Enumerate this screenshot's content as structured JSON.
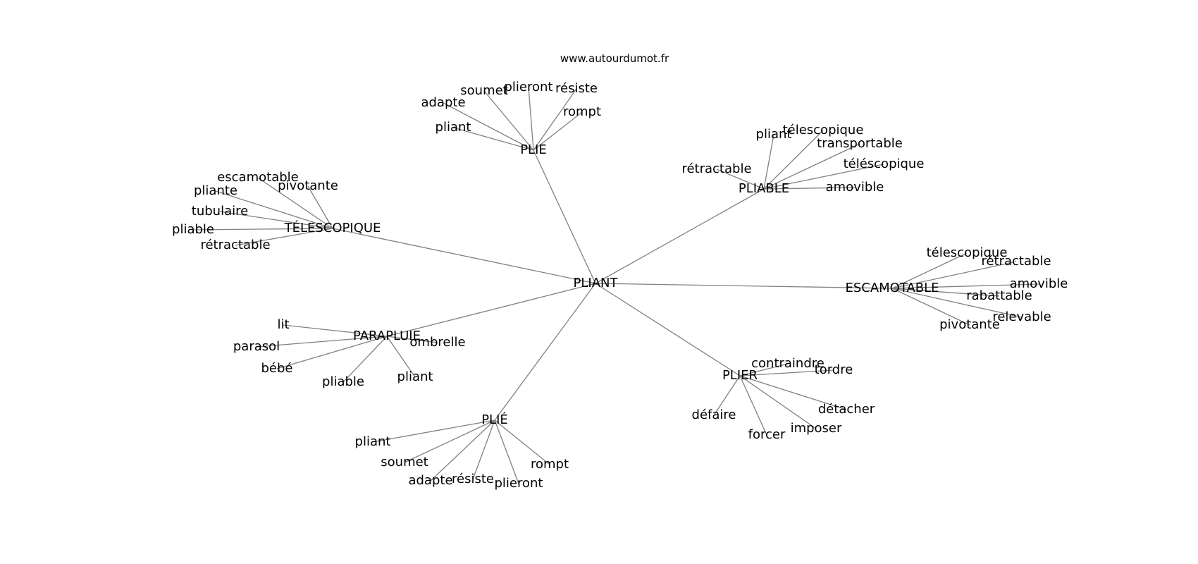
{
  "source": "www.autourdumot.fr",
  "graph": {
    "root": "PLIANT",
    "branches": [
      {
        "word": "PLIE",
        "children": [
          "adapte",
          "soumet",
          "plieront",
          "résiste",
          "rompt",
          "pliant"
        ]
      },
      {
        "word": "PLIABLE",
        "children": [
          "pliant",
          "télescopique",
          "transportable",
          "téléscopique",
          "rétractable",
          "amovible"
        ]
      },
      {
        "word": "TÉLESCOPIQUE",
        "children": [
          "escamotable",
          "pliante",
          "pivotante",
          "tubulaire",
          "pliable",
          "rétractable"
        ]
      },
      {
        "word": "ESCAMOTABLE",
        "children": [
          "télescopique",
          "rétractable",
          "amovible",
          "rabattable",
          "relevable",
          "pivotante"
        ]
      },
      {
        "word": "PARAPLUIE",
        "children": [
          "lit",
          "parasol",
          "ombrelle",
          "bébé",
          "pliable",
          "pliant"
        ]
      },
      {
        "word": "PLIER",
        "children": [
          "contraindre",
          "tordre",
          "détacher",
          "défaire",
          "imposer",
          "forcer"
        ]
      },
      {
        "word": "PLIÉ",
        "children": [
          "pliant",
          "soumet",
          "rompt",
          "adapte",
          "résiste",
          "plieront"
        ]
      }
    ]
  }
}
